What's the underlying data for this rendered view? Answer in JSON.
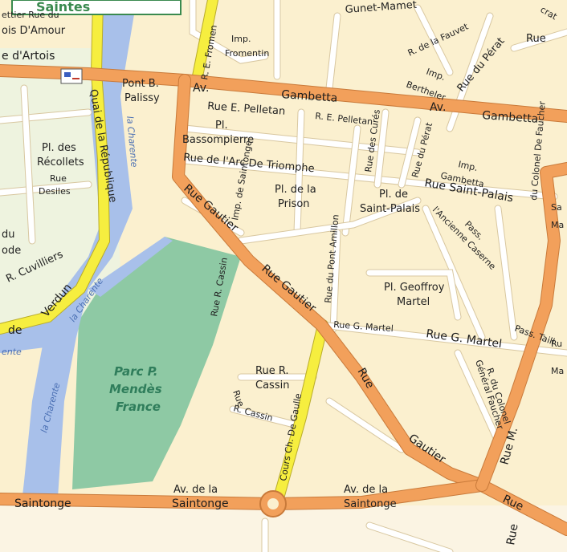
{
  "labels": {
    "top_left_fragment": "ettier Rue du",
    "bois_amour": "ois D'Amour",
    "artois": "e d'Artois",
    "imp_fromentin": "Imp.",
    "imp_fromentin_2": "Fromentin",
    "re_fromentin": "R. E. Fromen",
    "fauvette": "R. de la Fauvet",
    "rue_perat_top": "Rue du Pérat",
    "rue_top_right": "Rue",
    "imp_bertheler": "Imp.",
    "imp_bertheler_2": "Bertheler",
    "pont_b": "Pont B.",
    "palissy": "Palissy",
    "av_gambetta_1": "Av.",
    "gambetta_1": "Gambetta",
    "av_gambetta_2": "Av.",
    "gambetta_2": "Gambetta",
    "rue_e_pelletan": "Rue E. Pelletan",
    "r_e_pelletan": "R. E. Pelletan",
    "pl_bassompierre": "Pl.",
    "pl_bassompierre_2": "Bassompierre",
    "arc_triomphe": "Rue de l'Arc De Triomphe",
    "rue_cures": "Rue des Curés",
    "rue_perat_mid": "Rue du Pérat",
    "imp_gambetta": "Imp.",
    "imp_gambetta_2": "Gambetta",
    "rue_saint_palais": "Rue Saint-Palais",
    "pl_recollets": "Pl. des",
    "pl_recollets_2": "Récollets",
    "rue_desiles": "Rue",
    "rue_desiles_2": "Desiles",
    "quai_republique": "Quai de la République",
    "la_charente_1": "la Charente",
    "imp_saintonge": "Imp. de Saintonge",
    "pl_prison": "Pl. de la",
    "pl_prison_2": "Prison",
    "pl_saint_palais": "Pl. de",
    "pl_saint_palais_2": "Saint-Palais",
    "rue_pont_amillon": "Rue du Pont Amillon",
    "ancienne_caserne": "l'Ancienne Caserne",
    "pass": "Pass.",
    "colonel_faucher": "du Colonel De Faucher",
    "rue_gautier_1": "Rue Gautier",
    "rue_gautier_2": "Rue Gautier",
    "du_left": "du",
    "ode_left": "ode",
    "r_cuvilliers": "R. Cuvilliers",
    "verdun": "Verdun",
    "de_left": "de",
    "la_charente_2": "la Charente",
    "ente_left": "ente",
    "rue_r_cassin_v": "Rue R. Cassin",
    "pl_geoffroy": "Pl. Geoffroy",
    "pl_geoffroy_2": "Martel",
    "rue_g_martel_1": "Rue G. Martel",
    "rue_g_martel_2": "Rue G. Martel",
    "pass_taill": "Pass. Taill",
    "general_faucher": "Général Faucher",
    "r_du_colonel": "R. du Colonel",
    "rue_m": "Rue M.",
    "ru_ma_right": "Ru",
    "ma_right": "Ma",
    "parc_1": "Parc P.",
    "parc_2": "Mendès",
    "parc_3": "France",
    "la_charente_3": "la Charente",
    "rue_r_cassin_2": "Rue R.",
    "rue_r_cassin_2b": "Cassin",
    "r_cassin_small": "R. Cassin",
    "rue_small": "Rue",
    "cours_de_gaulle": "Cours Ch. De Gaulle",
    "rue_gautier_3": "Rue",
    "rue_gautier_3b": "Gautier",
    "rue_bottom_right": "Rue",
    "av_saintonge_1": "Av. de la",
    "av_saintonge_1b": "Saintonge",
    "av_saintonge_2": "Av. de la",
    "av_saintonge_2b": "Saintonge",
    "saintonge_left": "Saintonge",
    "sa_right": "Sa",
    "ma_right_2": "Ma",
    "rue_bottom_2": "Rue",
    "gautier_top_fragment": "Gunet-Mamet",
    "crat_fragment": "crat",
    "top_sign": "Saintes"
  },
  "colors": {
    "ground": "#fbf0cf",
    "river": "#a8c0ea",
    "park": "#8ec9a4",
    "major_road": "#f2a05b",
    "yellow_road": "#f6ee3f",
    "minor_road": "#ffffff"
  },
  "icons": {
    "post_office": "post-office-icon"
  }
}
